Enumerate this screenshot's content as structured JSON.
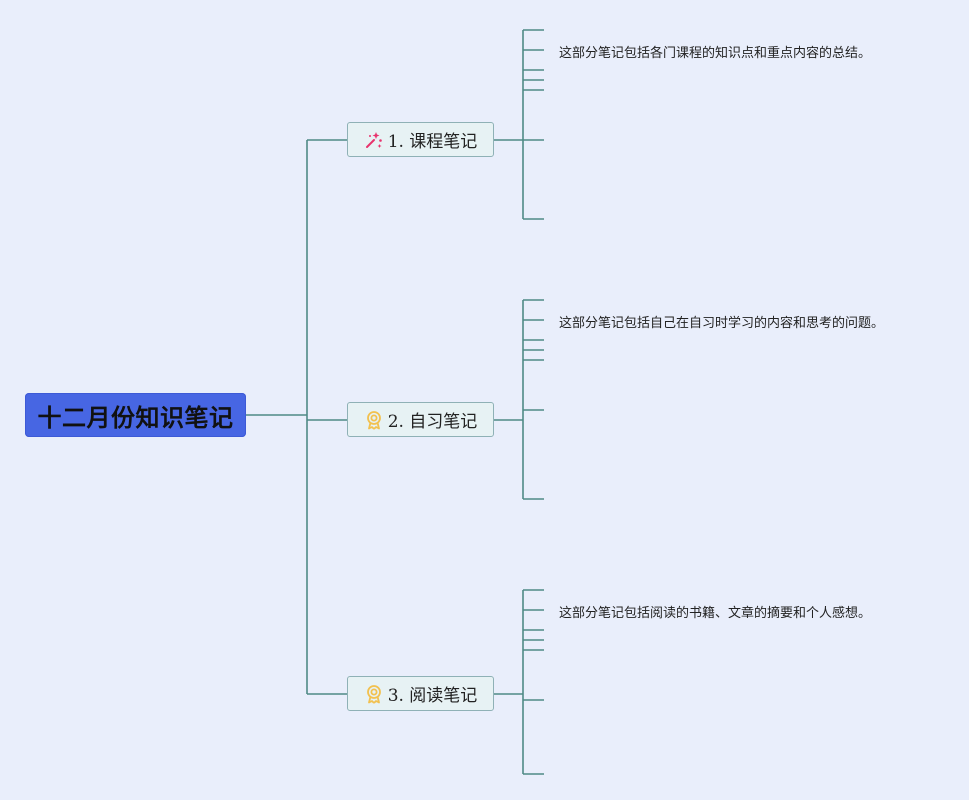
{
  "root": {
    "title": "十二月份知识笔记"
  },
  "branches": [
    {
      "label": "1. 课程笔记",
      "icon": "magic-wand-icon",
      "note": "这部分笔记包括各门课程的知识点和重点内容的总结。"
    },
    {
      "label": "2. 自习笔记",
      "icon": "award-badge-icon",
      "note": "这部分笔记包括自己在自习时学习的内容和思考的问题。"
    },
    {
      "label": "3. 阅读笔记",
      "icon": "award-badge-icon",
      "note": "这部分笔记包括阅读的书籍、文章的摘要和个人感想。"
    }
  ],
  "colors": {
    "background": "#e9eefb",
    "root_fill": "#4766e3",
    "connector": "#4f8a86",
    "branch_fill": "#e7f2f4",
    "branch_border": "#8fb1b6",
    "wand_icon": "#e8336d",
    "badge_icon": "#f2c14e"
  }
}
